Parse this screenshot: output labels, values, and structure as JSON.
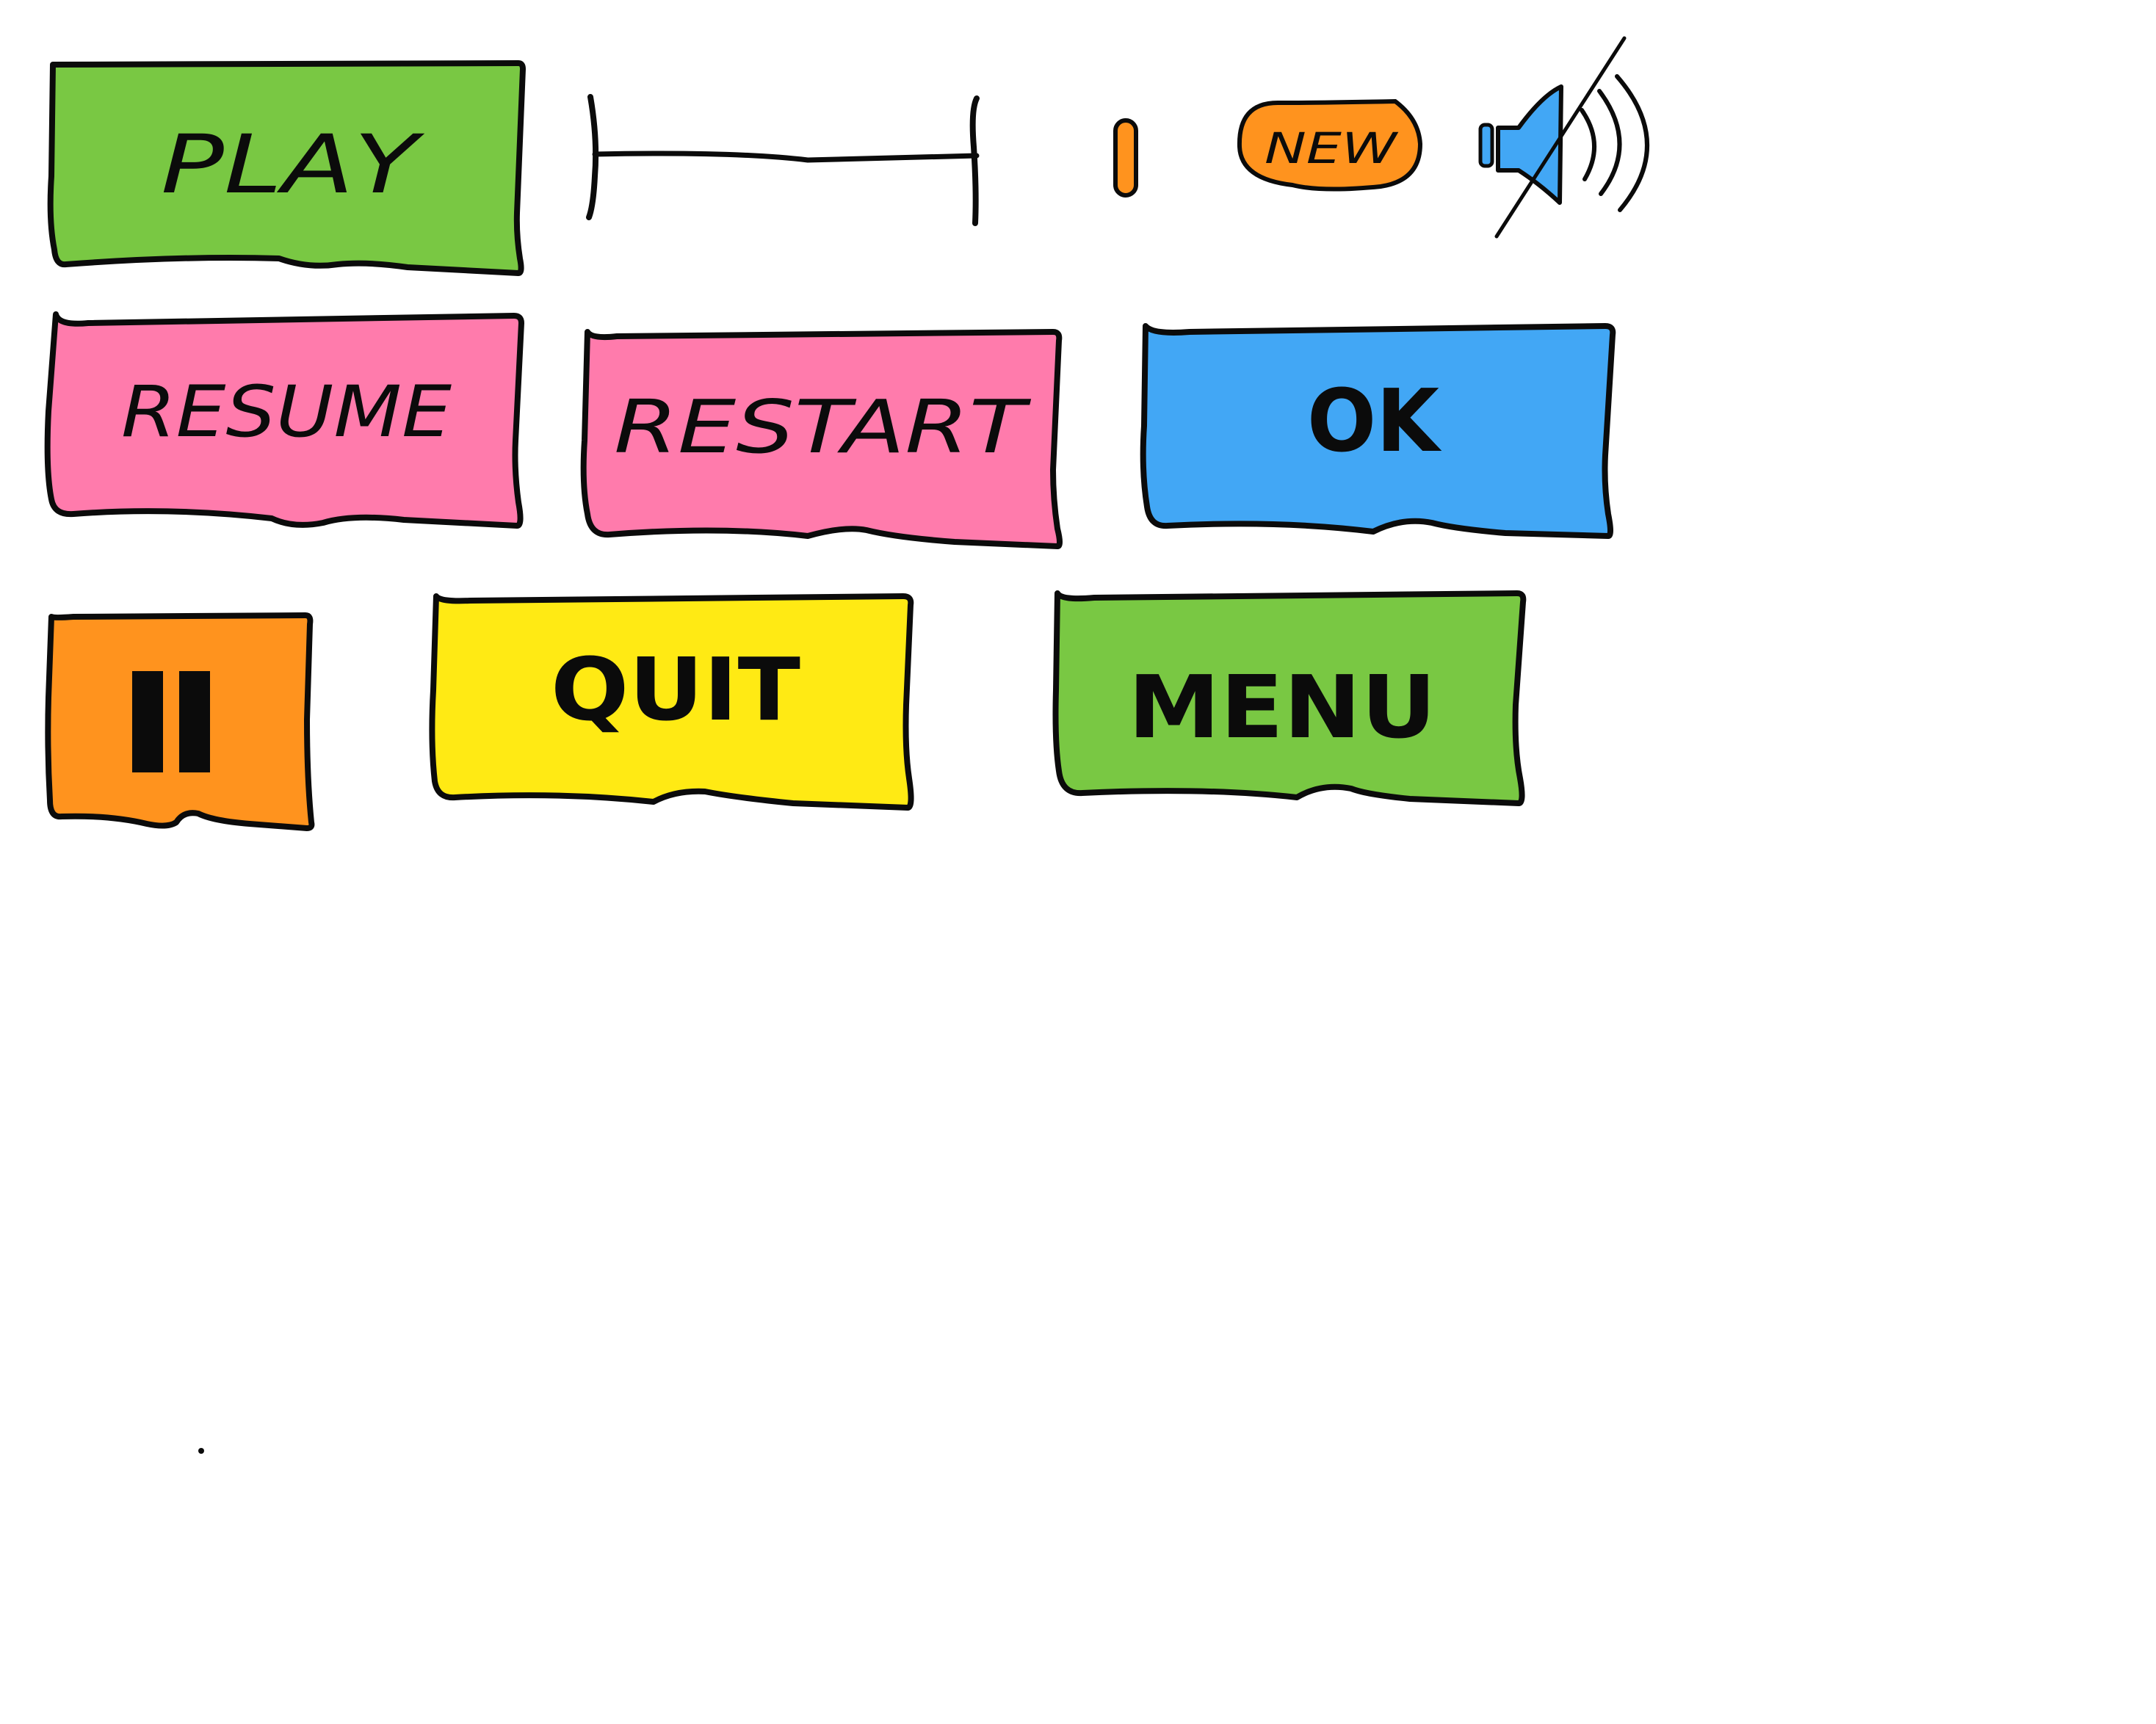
{
  "buttons": {
    "play": {
      "label": "PLAY",
      "color": "#79c843"
    },
    "resume": {
      "label": "RESUME",
      "color": "#ff7bac"
    },
    "restart": {
      "label": "RESTART",
      "color": "#ff7bac"
    },
    "ok": {
      "label": "OK",
      "color": "#42a7f5"
    },
    "pause": {
      "icon": "pause-icon",
      "color": "#ff931e"
    },
    "quit": {
      "label": "QUIT",
      "color": "#ffea14"
    },
    "menu": {
      "label": "MENU",
      "color": "#79c843"
    }
  },
  "slider": {
    "value": 0
  },
  "badge": {
    "label": "NEW",
    "color": "#ff931e"
  },
  "volume": {
    "icon": "speaker-muted-icon",
    "color": "#42a7f5",
    "muted": true
  },
  "colors": {
    "outline": "#0b0b0b",
    "background": "#ffffff",
    "pill": "#ff931e"
  }
}
